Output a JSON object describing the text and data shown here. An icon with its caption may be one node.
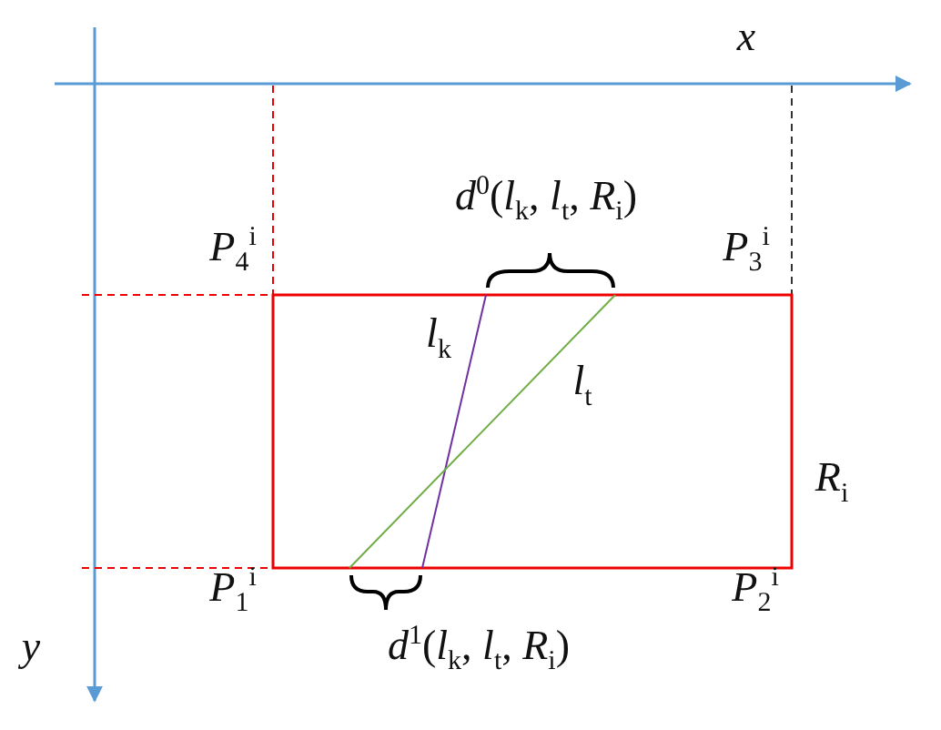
{
  "diagram": {
    "labels": [
      "*x*",
      "*d*$^{0}$(*l*$_{k}$, *l*$_{t}$, *R*$_{i}$)",
      "*P*$_{4}$$^{i}$",
      "*P*$_{3}$$^{i}$",
      "*l*$_{k}$",
      "*l*$_{t}$",
      "*R*$_{i}$",
      "*y*",
      "*P*$_{1}$$^{i}$",
      "*d*$^{1}$(*l*$_{k}$, *l*$_{t}$, *R*$_{i}$)",
      "*P*$_{2}$$^{i}$"
    ]
  }
}
